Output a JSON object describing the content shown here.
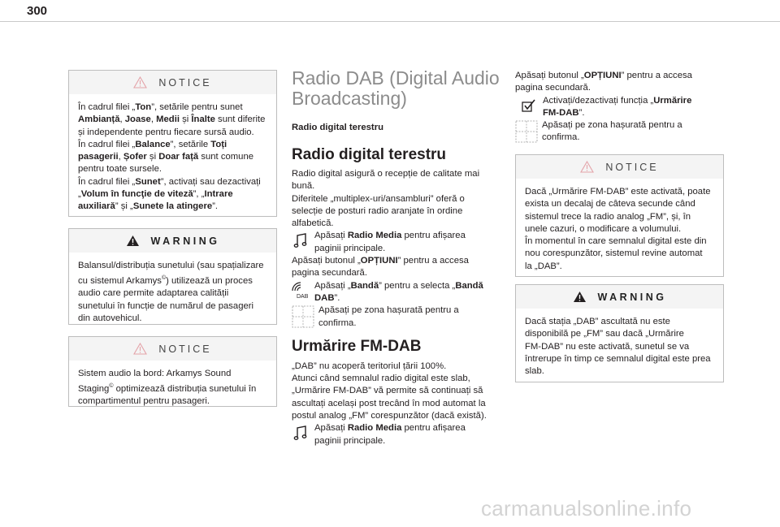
{
  "page_number": "300",
  "left": {
    "notice1": {
      "title": "NOTICE",
      "lines": [
        [
          "În cadrul filei „",
          {
            "b": "Ton"
          },
          "”, setările pentru sunet"
        ],
        [
          {
            "b": "Ambianță"
          },
          ", ",
          {
            "b": "Joase"
          },
          ", ",
          {
            "b": "Medii"
          },
          " și ",
          {
            "b": "Înalte"
          },
          " sunt diferite"
        ],
        [
          "și independente pentru fiecare sursă audio."
        ],
        [
          "În cadrul filei „",
          {
            "b": "Balance"
          },
          "”, setările ",
          {
            "b": "Toți"
          }
        ],
        [
          {
            "b": "pasagerii"
          },
          ", ",
          {
            "b": "Șofer"
          },
          " și ",
          {
            "b": "Doar față"
          },
          " sunt comune"
        ],
        [
          "pentru toate sursele."
        ],
        [
          "În cadrul filei „",
          {
            "b": "Sunet"
          },
          "”, activați sau dezactivați"
        ],
        [
          "„",
          {
            "b": "Volum în funcţie de viteză"
          },
          "”, „",
          {
            "b": "Intrare"
          }
        ],
        [
          {
            "b": "auxiliară"
          },
          "” și „",
          {
            "b": "Sunete la atingere"
          },
          "”."
        ]
      ]
    },
    "warning1": {
      "title": "WARNING",
      "lines": [
        [
          "Balansul/distribuția sunetului (sau spațializare"
        ],
        [
          "cu sistemul Arkamys",
          {
            "sup": "©"
          },
          ") utilizează un proces"
        ],
        [
          "audio care permite adaptarea calității"
        ],
        [
          "sunetului în funcție de numărul de pasageri"
        ],
        [
          "din autovehicul."
        ]
      ]
    },
    "notice2": {
      "title": "NOTICE",
      "lines": [
        [
          "Sistem audio la bord: Arkamys Sound"
        ],
        [
          "Staging",
          {
            "sup": "©"
          },
          " optimizează distribuția sunetului în"
        ],
        [
          "compartimentul pentru pasageri."
        ]
      ]
    }
  },
  "middle": {
    "title_line1": "Radio DAB (Digital Audio",
    "title_line2": "Broadcasting)",
    "subtitle": "Radio digital terestru",
    "heading1": "Radio digital terestru",
    "intro_lines": [
      [
        "Radio digital asigură o recepție de calitate mai"
      ],
      [
        "bună."
      ],
      [
        "Diferitele „multiplex-uri/ansambluri” oferă o"
      ],
      [
        "selecție de posturi radio aranjate în ordine"
      ],
      [
        "alfabetică."
      ]
    ],
    "step1": [
      [
        "Apăsați ",
        {
          "b": "Radio Media"
        },
        " pentru afișarea"
      ],
      [
        "paginii principale."
      ]
    ],
    "opt_lines": [
      [
        "Apăsați butonul „",
        {
          "b": "OPȚIUNI"
        },
        "” pentru a accesa"
      ],
      [
        "pagina secundară."
      ]
    ],
    "step2": [
      [
        "Apăsați „",
        {
          "b": "Bandă"
        },
        "” pentru a selecta „",
        {
          "b": "Bandă"
        }
      ],
      [
        {
          "b": "DAB"
        },
        "”."
      ]
    ],
    "step3": [
      [
        "Apăsați pe zona hașurată pentru a"
      ],
      [
        "confirma."
      ]
    ],
    "heading2": "Urmărire FM-DAB",
    "fm_lines": [
      [
        "„DAB” nu acoperă teritoriul țării 100%."
      ],
      [
        "Atunci când semnalul radio digital este slab,"
      ],
      [
        "„Urmărire FM-DAB” vă permite să continuați să"
      ],
      [
        "ascultați același post trecând în mod automat la"
      ],
      [
        "postul analog „FM” corespunzător (dacă există)."
      ]
    ],
    "step4": [
      [
        "Apăsați ",
        {
          "b": "Radio Media"
        },
        " pentru afișarea"
      ],
      [
        "paginii principale."
      ]
    ],
    "dab_icon_label": "DAB"
  },
  "right": {
    "opt_lines": [
      [
        "Apăsați butonul „",
        {
          "b": "OPȚIUNI"
        },
        "” pentru a accesa"
      ],
      [
        "pagina secundară."
      ]
    ],
    "step5": [
      [
        "Activați/dezactivați funcția „",
        {
          "b": "Urmărire"
        }
      ],
      [
        {
          "b": "FM-DAB"
        },
        "”."
      ]
    ],
    "step6": [
      [
        "Apăsați pe zona hașurată pentru a"
      ],
      [
        "confirma."
      ]
    ],
    "notice3": {
      "title": "NOTICE",
      "lines": [
        [
          "Dacă „Urmărire FM-DAB” este activată, poate"
        ],
        [
          "exista un decalaj de câteva secunde când"
        ],
        [
          "sistemul trece la radio analog „FM”, și, în"
        ],
        [
          "unele cazuri, o modificare a volumului."
        ],
        [
          "În momentul în care semnalul digital este din"
        ],
        [
          "nou corespunzător, sistemul revine automat"
        ],
        [
          "la „DAB”."
        ]
      ]
    },
    "warning2": {
      "title": "WARNING",
      "lines": [
        [
          "Dacă stația „DAB” ascultată nu este"
        ],
        [
          "disponibilă pe „FM” sau dacă „Urmărire"
        ],
        [
          "FM-DAB” nu este activată, sunetul se va"
        ],
        [
          "întrerupe în timp ce semnalul digital este prea"
        ],
        [
          "slab."
        ]
      ]
    }
  },
  "watermark": "carmanualsonline.info",
  "colors": {
    "notice_icon": "#e4a3a9",
    "warning_icon": "#231f20",
    "heading_grey": "#8c8c8c",
    "box_border": "#bdbdbd",
    "box_head_bg": "#f4f4f4"
  }
}
